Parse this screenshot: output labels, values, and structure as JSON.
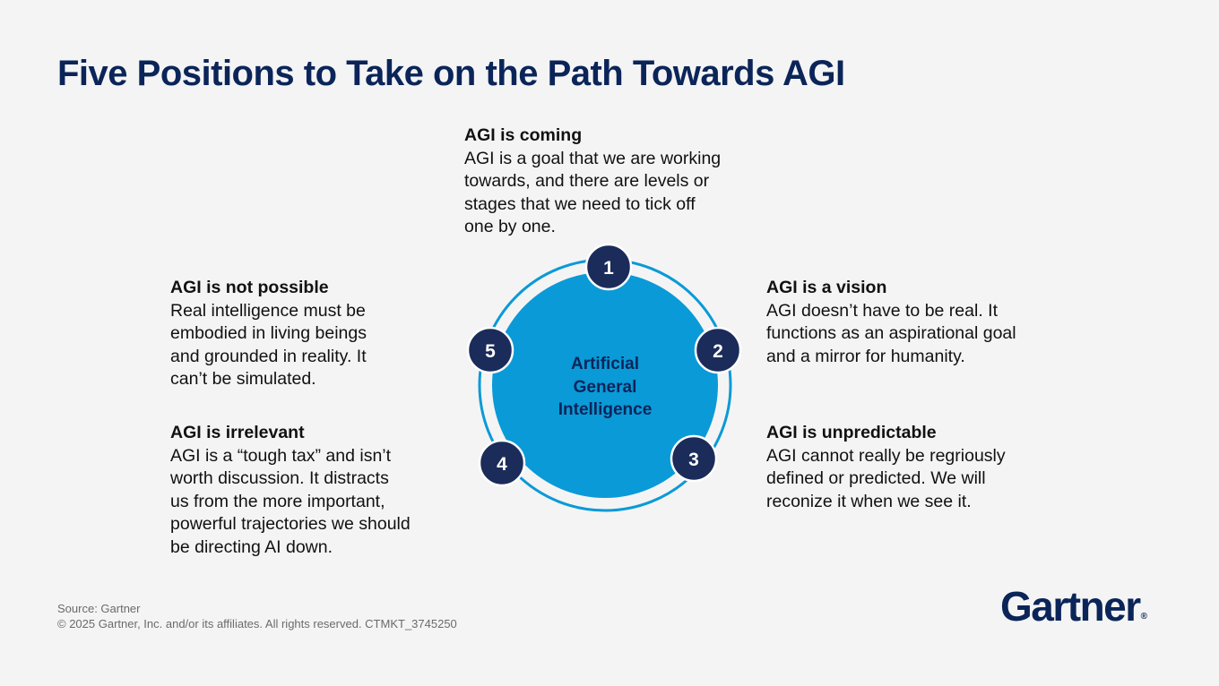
{
  "title": "Five Positions to Take on the Path Towards AGI",
  "center": "Artificial\nGeneral\nIntelligence",
  "positions": [
    {
      "number": "1",
      "heading": "AGI is coming",
      "text": "AGI is a goal that we are working\ntowards, and there are levels  or\nstages that we need to tick off\none by one."
    },
    {
      "number": "2",
      "heading": "AGI is a vision",
      "text": "AGI doesn’t have to be real. It\nfunctions as an aspirational goal\nand a mirror for humanity."
    },
    {
      "number": "3",
      "heading": "AGI is unpredictable",
      "text": "AGI cannot really be regriously\ndefined or predicted. We will\nreconize it when we see it."
    },
    {
      "number": "4",
      "heading": "AGI is irrelevant",
      "text": "AGI is a “tough tax” and isn’t\nworth discussion. It distracts\nus from the more important,\npowerful trajectories we should\nbe directing AI down."
    },
    {
      "number": "5",
      "heading": "AGI is not possible",
      "text": "Real intelligence must be\nembodied in living beings\nand grounded in reality. It\ncan’t be simulated."
    }
  ],
  "footer": {
    "source": "Source: Gartner",
    "copyright": "© 2025 Gartner, Inc. and/or its affiliates. All rights reserved. CTMKT_3745250"
  },
  "logo": {
    "text": "Gartner",
    "mark": "®"
  },
  "colors": {
    "navy": "#0b2559",
    "blue": "#0a9ad7",
    "background": "#f4f4f4"
  }
}
